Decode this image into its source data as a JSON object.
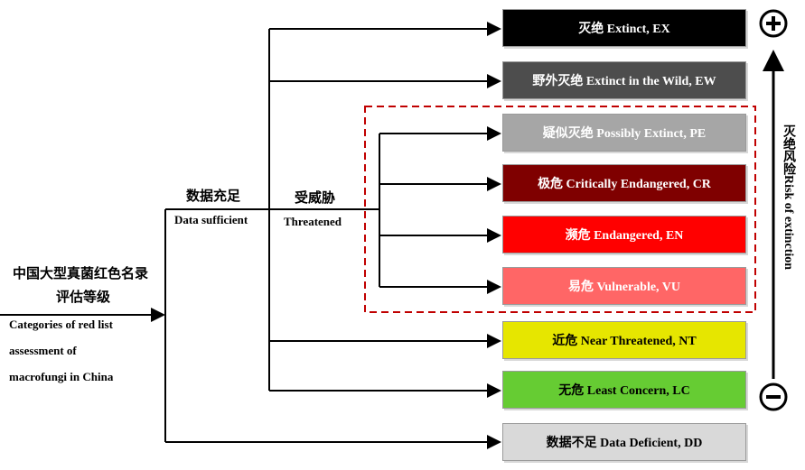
{
  "root": {
    "cn_line1": "中国大型真菌红色名录",
    "cn_line2": "评估等级",
    "en_line1": "Categories of red list",
    "en_line2": "assessment of",
    "en_line3": "macrofungi  in China"
  },
  "data_sufficient": {
    "cn": "数据充足",
    "en": "Data sufficient"
  },
  "threatened": {
    "cn": "受威胁",
    "en": "Threatened"
  },
  "categories": [
    {
      "label": "灭绝 Extinct, EX",
      "color": "#000000",
      "text_color": "#ffffff"
    },
    {
      "label": "野外灭绝 Extinct in the Wild, EW",
      "color": "#4d4d4d",
      "text_color": "#ffffff"
    },
    {
      "label": "疑似灭绝 Possibly Extinct, PE",
      "color": "#a6a6a6",
      "text_color": "#ffffff"
    },
    {
      "label": "极危 Critically  Endangered, CR",
      "color": "#7f0000",
      "text_color": "#ffffff"
    },
    {
      "label": "濒危 Endangered, EN",
      "color": "#ff0000",
      "text_color": "#ffffff"
    },
    {
      "label": "易危 Vulnerable, VU",
      "color": "#ff6666",
      "text_color": "#ffffff"
    },
    {
      "label": "近危 Near Threatened, NT",
      "color": "#e6e600",
      "text_color": "#000000"
    },
    {
      "label": "无危 Least Concern, LC",
      "color": "#66cc33",
      "text_color": "#000000"
    },
    {
      "label": "数据不足 Data Deficient,  DD",
      "color": "#d9d9d9",
      "text_color": "#000000"
    }
  ],
  "risk_axis": {
    "label": "灭绝风险Risk of extinction",
    "high_icon": "plus-circle-icon",
    "low_icon": "minus-circle-icon"
  },
  "colors": {
    "line": "#000000",
    "dashed_border": "#c00000"
  }
}
